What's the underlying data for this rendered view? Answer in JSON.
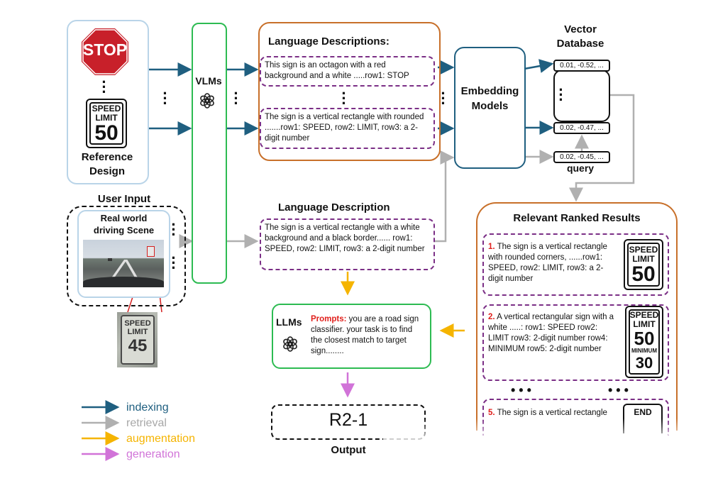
{
  "reference": {
    "stop_text": "STOP",
    "speed_sign": {
      "line1": "SPEED",
      "line2": "LIMIT",
      "number": "50"
    },
    "label_line1": "Reference",
    "label_line2": "Design"
  },
  "vlms": {
    "label": "VLMs",
    "icon": "openai-logo-icon"
  },
  "language_descriptions": {
    "title": "Language Descriptions:",
    "desc1": "This sign is an octagon with a red background and a white .....row1: STOP",
    "desc2": "The sign is a vertical rectangle with rounded .......row1: SPEED, row2: LIMIT, row3: a 2-digit number"
  },
  "embedding": {
    "line1": "Embedding",
    "line2": "Models"
  },
  "vector_db": {
    "title_line1": "Vector",
    "title_line2": "Database",
    "vec1": "0.01, -0.52, ...",
    "vec2": "0.02, -0.47, ...",
    "query_vec": "0.02, -0.45, ...",
    "query_label": "query"
  },
  "user_input": {
    "title": "User Input",
    "scene_line1": "Real world",
    "scene_line2": "driving Scene",
    "crop_sign": {
      "line1": "SPEED",
      "line2": "LIMIT",
      "number": "45"
    }
  },
  "language_description": {
    "title": "Language Description",
    "text": "The sign is a vertical rectangle with a white background and a black border...... row1: SPEED, row2: LIMIT, row3: a 2-digit number"
  },
  "llms": {
    "label": "LLMs",
    "prompt_prefix": "Prompts:",
    "prompt_text": " you are a road sign classifier. your task is to find the closest match to target sign........"
  },
  "output": {
    "value": "R2-1",
    "label": "Output"
  },
  "ranked": {
    "title": "Relevant Ranked Results",
    "item1": {
      "num": "1.",
      "text": " The sign is a vertical rectangle with rounded corners, ......row1: SPEED, row2: LIMIT, row3: a 2-digit number",
      "sign": {
        "line1": "SPEED",
        "line2": "LIMIT",
        "number": "50"
      }
    },
    "item2": {
      "num": "2.",
      "text": " A vertical rectangular sign with a white .....:\\nrow1: SPEED\\nrow2: LIMIT\\nrow3: 2-digit number\\nrow4: MINIMUM\\nrow5: 2-digit number",
      "sign": {
        "line1": "SPEED",
        "line2": "LIMIT",
        "number": "50",
        "line4": "MINIMUM",
        "number2": "30"
      }
    },
    "item5": {
      "num": "5.",
      "text": " The sign is a vertical rectangle",
      "sign_text": "END"
    }
  },
  "legend": [
    {
      "label": "indexing",
      "color": "#1f5f80"
    },
    {
      "label": "retrieval",
      "color": "#b0b0b0"
    },
    {
      "label": "augmentation",
      "color": "#f5b400"
    },
    {
      "label": "generation",
      "color": "#d173d8"
    }
  ]
}
